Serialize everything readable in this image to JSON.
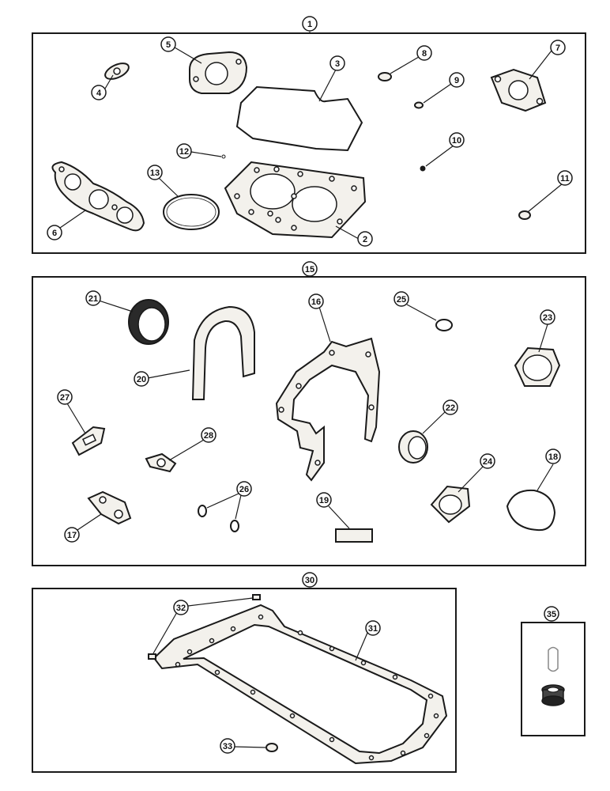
{
  "diagram": {
    "panels": [
      {
        "id": "upper-gasket-kit",
        "number": "1"
      },
      {
        "id": "lower-gasket-kit",
        "number": "15"
      },
      {
        "id": "oil-pan-gasket-kit",
        "number": "30"
      },
      {
        "id": "small-parts-kit",
        "number": "35"
      }
    ],
    "callouts": [
      "2",
      "3",
      "4",
      "5",
      "6",
      "7",
      "8",
      "9",
      "10",
      "11",
      "12",
      "13",
      "16",
      "17",
      "18",
      "19",
      "20",
      "21",
      "22",
      "23",
      "24",
      "25",
      "26",
      "27",
      "28",
      "31",
      "32",
      "33"
    ],
    "colors": {
      "line": "#1a1a1a",
      "gasket_fill": "#f3f1ec",
      "paper": "#ffffff"
    }
  }
}
